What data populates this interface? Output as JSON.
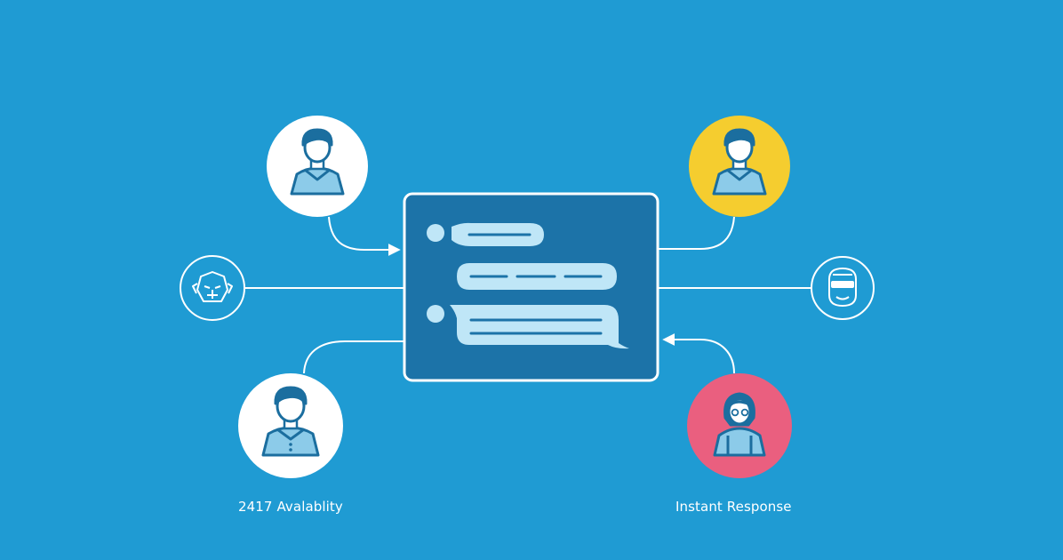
{
  "colors": {
    "background": "#1f9bd3",
    "panel": "#1c73a8",
    "panel_border": "#ffffff",
    "line": "#ffffff",
    "bubble": "#bfe6f7",
    "bubble_line": "#1c73a8",
    "avatar_white": "#ffffff",
    "avatar_yellow": "#f5cd2f",
    "avatar_pink": "#ea5f7f",
    "person_hair": "#1b6e9f",
    "person_shirt": "#8ccbe9",
    "person_skin": "#ffffff"
  },
  "captions": {
    "left": "2417 Avalablity",
    "right": "Instant Response"
  },
  "nodes": [
    {
      "id": "top-left",
      "icon": "person-icon",
      "color": "white"
    },
    {
      "id": "top-right",
      "icon": "person-icon",
      "color": "yellow"
    },
    {
      "id": "bottom-left",
      "icon": "person-icon",
      "color": "white"
    },
    {
      "id": "bottom-right",
      "icon": "person-woman-icon",
      "color": "pink"
    },
    {
      "id": "mid-left",
      "icon": "robot-icon",
      "color": "outline"
    },
    {
      "id": "mid-right",
      "icon": "robot-icon",
      "color": "outline"
    }
  ],
  "center": {
    "icon": "chat-bubbles-icon",
    "bubbles": 3
  }
}
